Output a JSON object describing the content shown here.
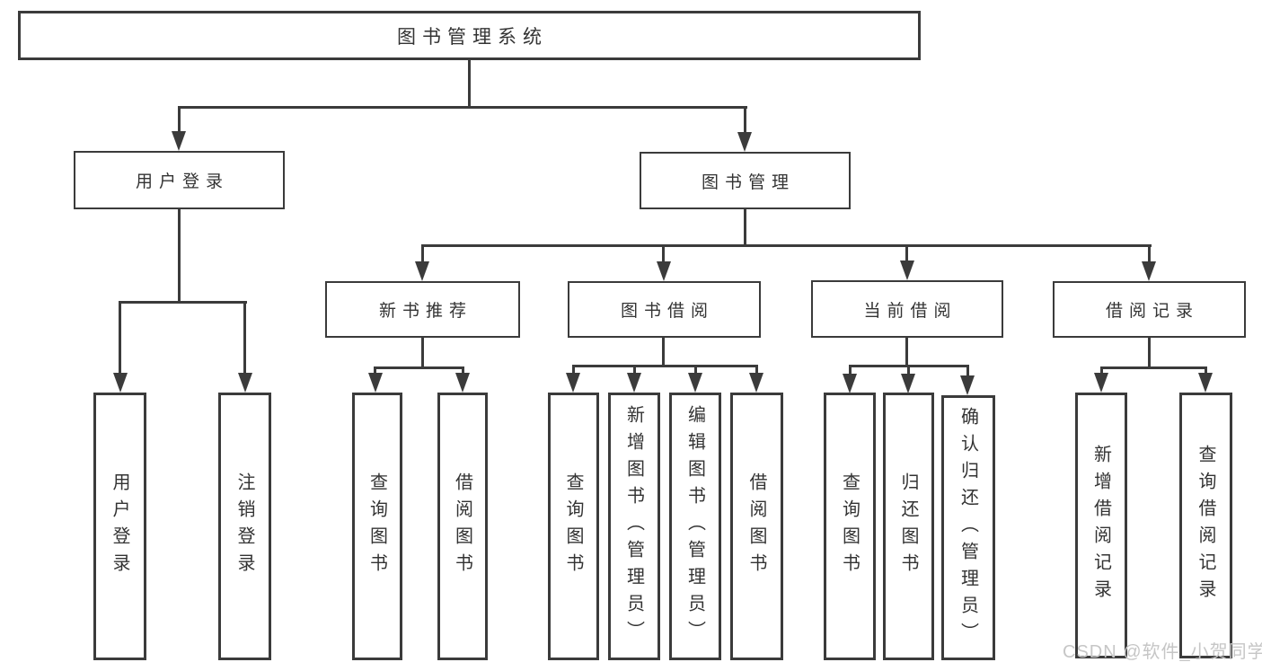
{
  "title": {
    "label": "图书管理系统"
  },
  "branches": {
    "user_login": {
      "label": "用户登录",
      "children": [
        {
          "label": "用户登录"
        },
        {
          "label": "注销登录"
        }
      ]
    },
    "book_management": {
      "label": "图书管理",
      "children": [
        {
          "label": "新书推荐",
          "children": [
            {
              "label": "查询图书"
            },
            {
              "label": "借阅图书"
            }
          ]
        },
        {
          "label": "图书借阅",
          "children": [
            {
              "label": "查询图书"
            },
            {
              "label": "新增图书（管理员）"
            },
            {
              "label": "编辑图书（管理员）"
            },
            {
              "label": "借阅图书"
            }
          ]
        },
        {
          "label": "当前借阅",
          "children": [
            {
              "label": "查询图书"
            },
            {
              "label": "归还图书"
            },
            {
              "label": "确认归还（管理员）"
            }
          ]
        },
        {
          "label": "借阅记录",
          "children": [
            {
              "label": "新增借阅记录"
            },
            {
              "label": "查询借阅记录"
            }
          ]
        }
      ]
    }
  },
  "watermark": {
    "text": "CSDN @软件_小贺同学"
  },
  "colors": {
    "line": "#3b3b3b",
    "text": "#333333",
    "background": "#ffffff",
    "watermark": "#c6c6c6"
  }
}
